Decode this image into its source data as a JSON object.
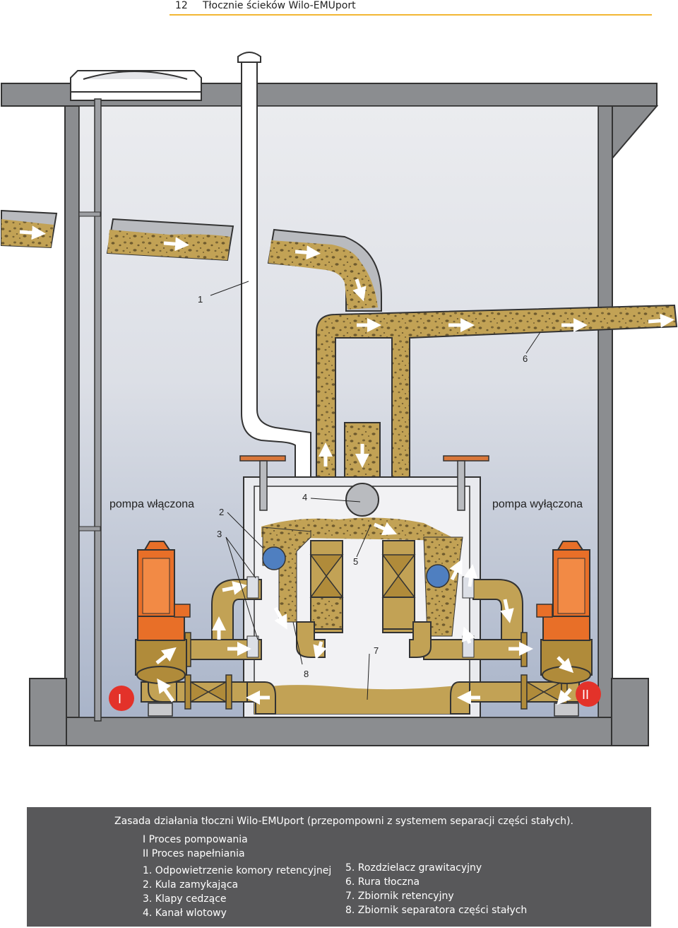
{
  "header": {
    "page_number": "12",
    "title": "Tłocznie ścieków Wilo-EMUport"
  },
  "labels": {
    "pump_on": "pompa włączona",
    "pump_off": "pompa wyłączona",
    "roman_1": "I",
    "roman_2": "II",
    "n1": "1",
    "n2": "2",
    "n3": "3",
    "n4": "4",
    "n5": "5",
    "n6": "6",
    "n7": "7",
    "n8": "8"
  },
  "caption": {
    "title": "Zasada działania tłoczni Wilo-EMUport (przepompowni z systemem separacji części stałych).",
    "process_1": "I Proces pompowania",
    "process_2": "II Proces napełniania",
    "legend_left": [
      "1. Odpowietrzenie komory retencyjnej",
      "2. Kula zamykająca",
      "3. Klapy cedzące",
      "4. Kanał wlotowy"
    ],
    "legend_right": [
      "5. Rozdzielacz grawitacyjny",
      "6. Rura tłoczna",
      "7. Zbiornik retencyjny",
      "8. Zbiornik separatora części stałych"
    ]
  },
  "colors": {
    "sewage": "#c2a255",
    "sewage_dark": "#6e5a2e",
    "wall": "#8b8d90",
    "tank_top": "#ebecef",
    "tank_bottom": "#a9b4c9",
    "pump_orange": "#e86f28",
    "pump_brass": "#b08b3a",
    "ball": "#4f7fc0",
    "red_marker": "#e3322a",
    "caption_bg": "#58585a"
  }
}
